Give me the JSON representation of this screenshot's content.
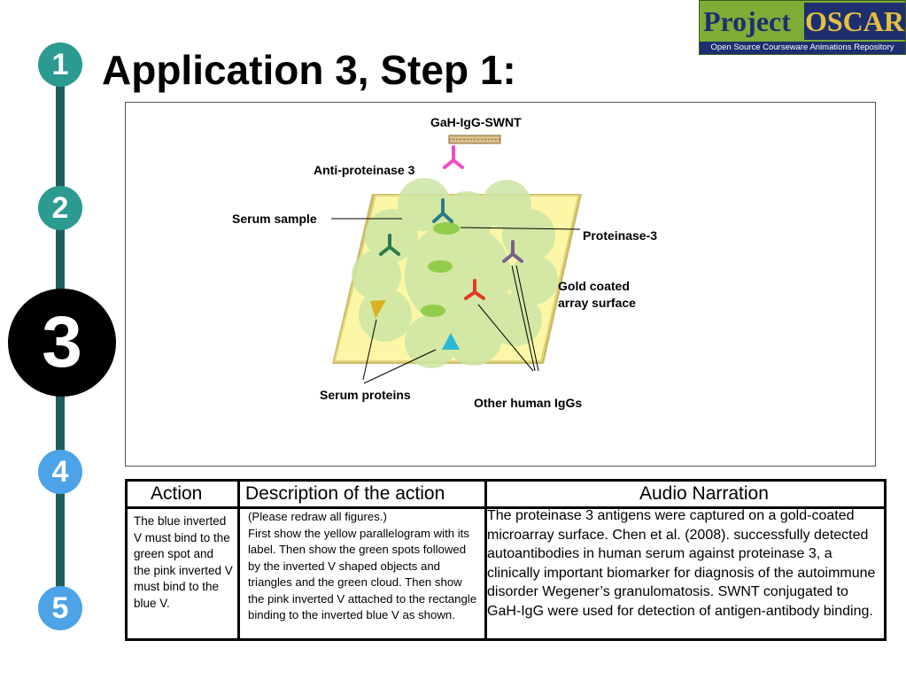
{
  "title": "Application 3, Step 1:",
  "steps": [
    "1",
    "2",
    "3",
    "4",
    "5"
  ],
  "active_step": "3",
  "logo": {
    "word1": "Project",
    "word2": "OSCAR",
    "subtitle": "Open Source Courseware Animations Repository"
  },
  "figure": {
    "labels": {
      "gah_igg_swnt": "GaH-IgG-SWNT",
      "anti_proteinase": "Anti-proteinase 3",
      "serum_sample": "Serum sample",
      "proteinase3": "Proteinase-3",
      "gold_line1": "Gold coated",
      "gold_line2": "array surface",
      "serum_proteins": "Serum proteins",
      "other_iggs": "Other human IgGs"
    },
    "colors": {
      "surface": "#fbf7a6",
      "cloud": "#cde6a4",
      "green_spot": "#93cc4b",
      "pink": "#f04cc4",
      "blue_teal": "#2d7a8a",
      "dark_green": "#2c7a4a",
      "purple": "#7a5f8c",
      "red": "#e03a22",
      "yellow_triangle": "#d6b21c",
      "cyan_triangle": "#2bb8d6"
    }
  },
  "table": {
    "headers": {
      "action": "Action",
      "description": "Description of the action",
      "audio": "Audio Narration"
    },
    "action_text": "The blue inverted V must bind to the green spot and the pink inverted V must bind to the blue V.",
    "description_line1": "(Please redraw all figures.)",
    "description_text": "First show the yellow parallelogram with its label. Then show the green spots  followed by the inverted V shaped objects and triangles and the green cloud. Then show the pink inverted V attached to the rectangle binding to the inverted blue V as shown.",
    "audio_text": "The proteinase 3 antigens were captured on a gold-coated microarray surface. Chen et al. (2008). successfully detected autoantibodies in human serum against proteinase 3, a clinically important biomarker for diagnosis of the autoimmune disorder Wegener’s granulomatosis. SWNT conjugated to GaH-IgG were used for detection of antigen-antibody binding."
  }
}
